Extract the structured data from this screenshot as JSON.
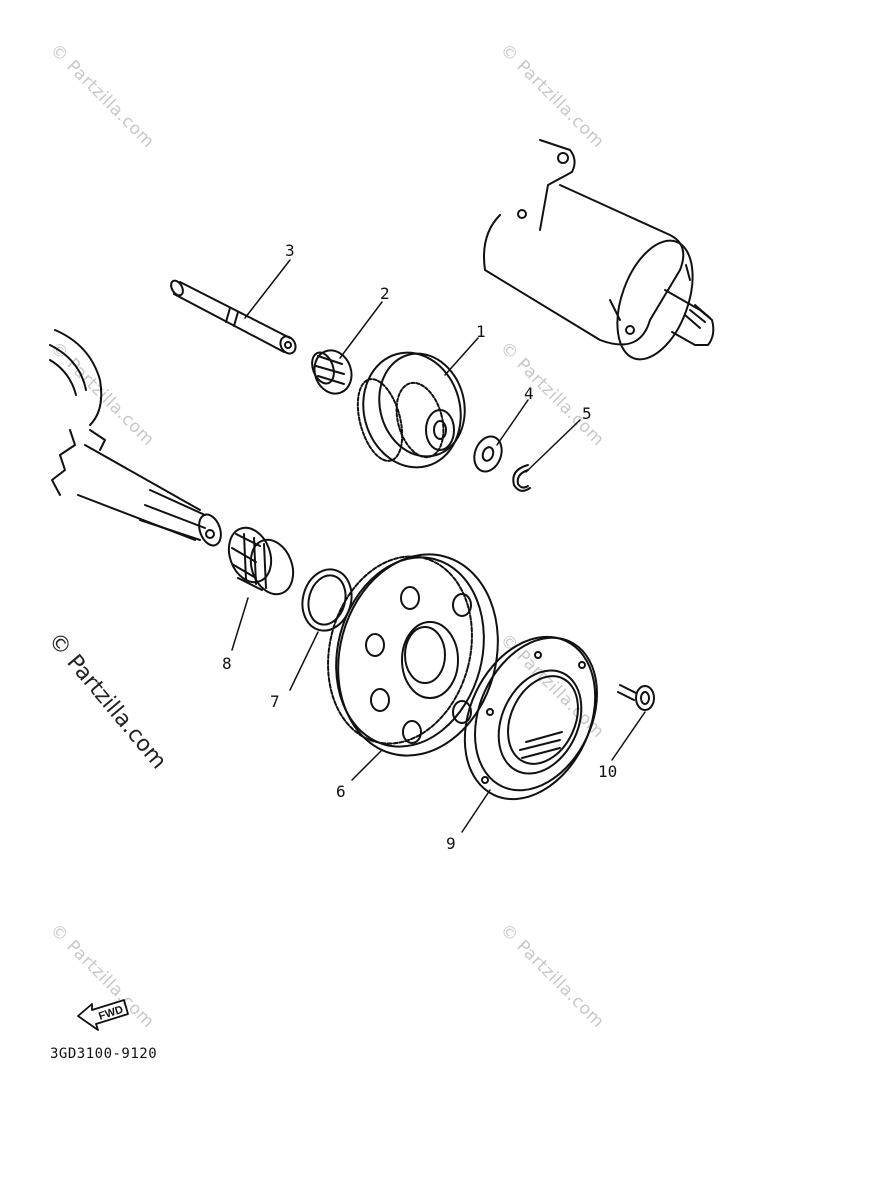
{
  "watermark": {
    "repeated": "© Partzilla.com",
    "main": "© Partzilla.com"
  },
  "callouts": {
    "c1": "1",
    "c2": "2",
    "c3": "3",
    "c4": "4",
    "c5": "5",
    "c6": "6",
    "c7": "7",
    "c8": "8",
    "c9": "9",
    "c10": "10"
  },
  "fwd_label": "FWD",
  "diagram_code": "3GD3100-9120"
}
